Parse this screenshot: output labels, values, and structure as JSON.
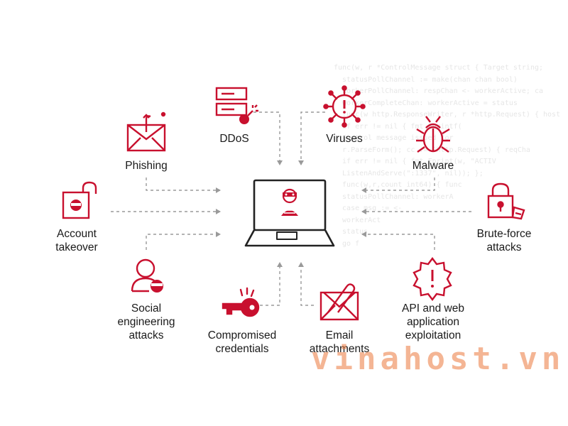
{
  "colors": {
    "accent": "#c8102e",
    "ink": "#222222",
    "arrow": "#9a9a9a",
    "watermark": "#eb783c"
  },
  "background_code": [
    "func(w, r *ControlMessage struct { Target string; ",
    "  statusPollChannel := make(chan chan bool)",
    "  workerPollChannel: respChan <- workerActive; ca",
    "  workerCompleteChan: workerActive = status",
    "  func(w http.ResponseWriter, r *http.Request) { host",
    "  if err != nil { fmt.Fprintf(",
    "  Control message issued for",
    "  r.ParseForm(); cc := &http.Request) { reqCha",
    "  if err != nil { fmt.Fprint(w, \"ACTIV",
    "  ListenAndServe(\":1337\", nil)); };",
    "  func(w,r,count int64) { func",
    "  statusPollChannel: workerA",
    "  case msg := <-",
    "  workerAct",
    "  status",
    "  go f"
  ],
  "center_icon": "laptop-hacker-icon",
  "nodes": [
    {
      "id": "ddos",
      "label": "DDoS",
      "icon": "ddos-server-bomb-icon"
    },
    {
      "id": "viruses",
      "label": "Viruses",
      "icon": "virus-icon"
    },
    {
      "id": "phishing",
      "label": "Phishing",
      "icon": "phishing-envelope-icon"
    },
    {
      "id": "malware",
      "label": "Malware",
      "icon": "bug-icon"
    },
    {
      "id": "account_takeover",
      "label": "Account\ntakeover",
      "icon": "unlocked-padlock-icon"
    },
    {
      "id": "brute_force",
      "label": "Brute-force\nattacks",
      "icon": "padlock-hand-icon"
    },
    {
      "id": "social_engineering",
      "label": "Social\nengineering\nattacks",
      "icon": "user-masked-icon"
    },
    {
      "id": "compromised_credentials",
      "label": "Compromised\ncredentials",
      "icon": "key-icon"
    },
    {
      "id": "email_attachments",
      "label": "Email\nattachments",
      "icon": "email-attachment-icon"
    },
    {
      "id": "api_exploitation",
      "label": "API and web\napplication\nexploitation",
      "icon": "gear-alert-icon"
    }
  ],
  "watermark_text": "vinahost.vn"
}
